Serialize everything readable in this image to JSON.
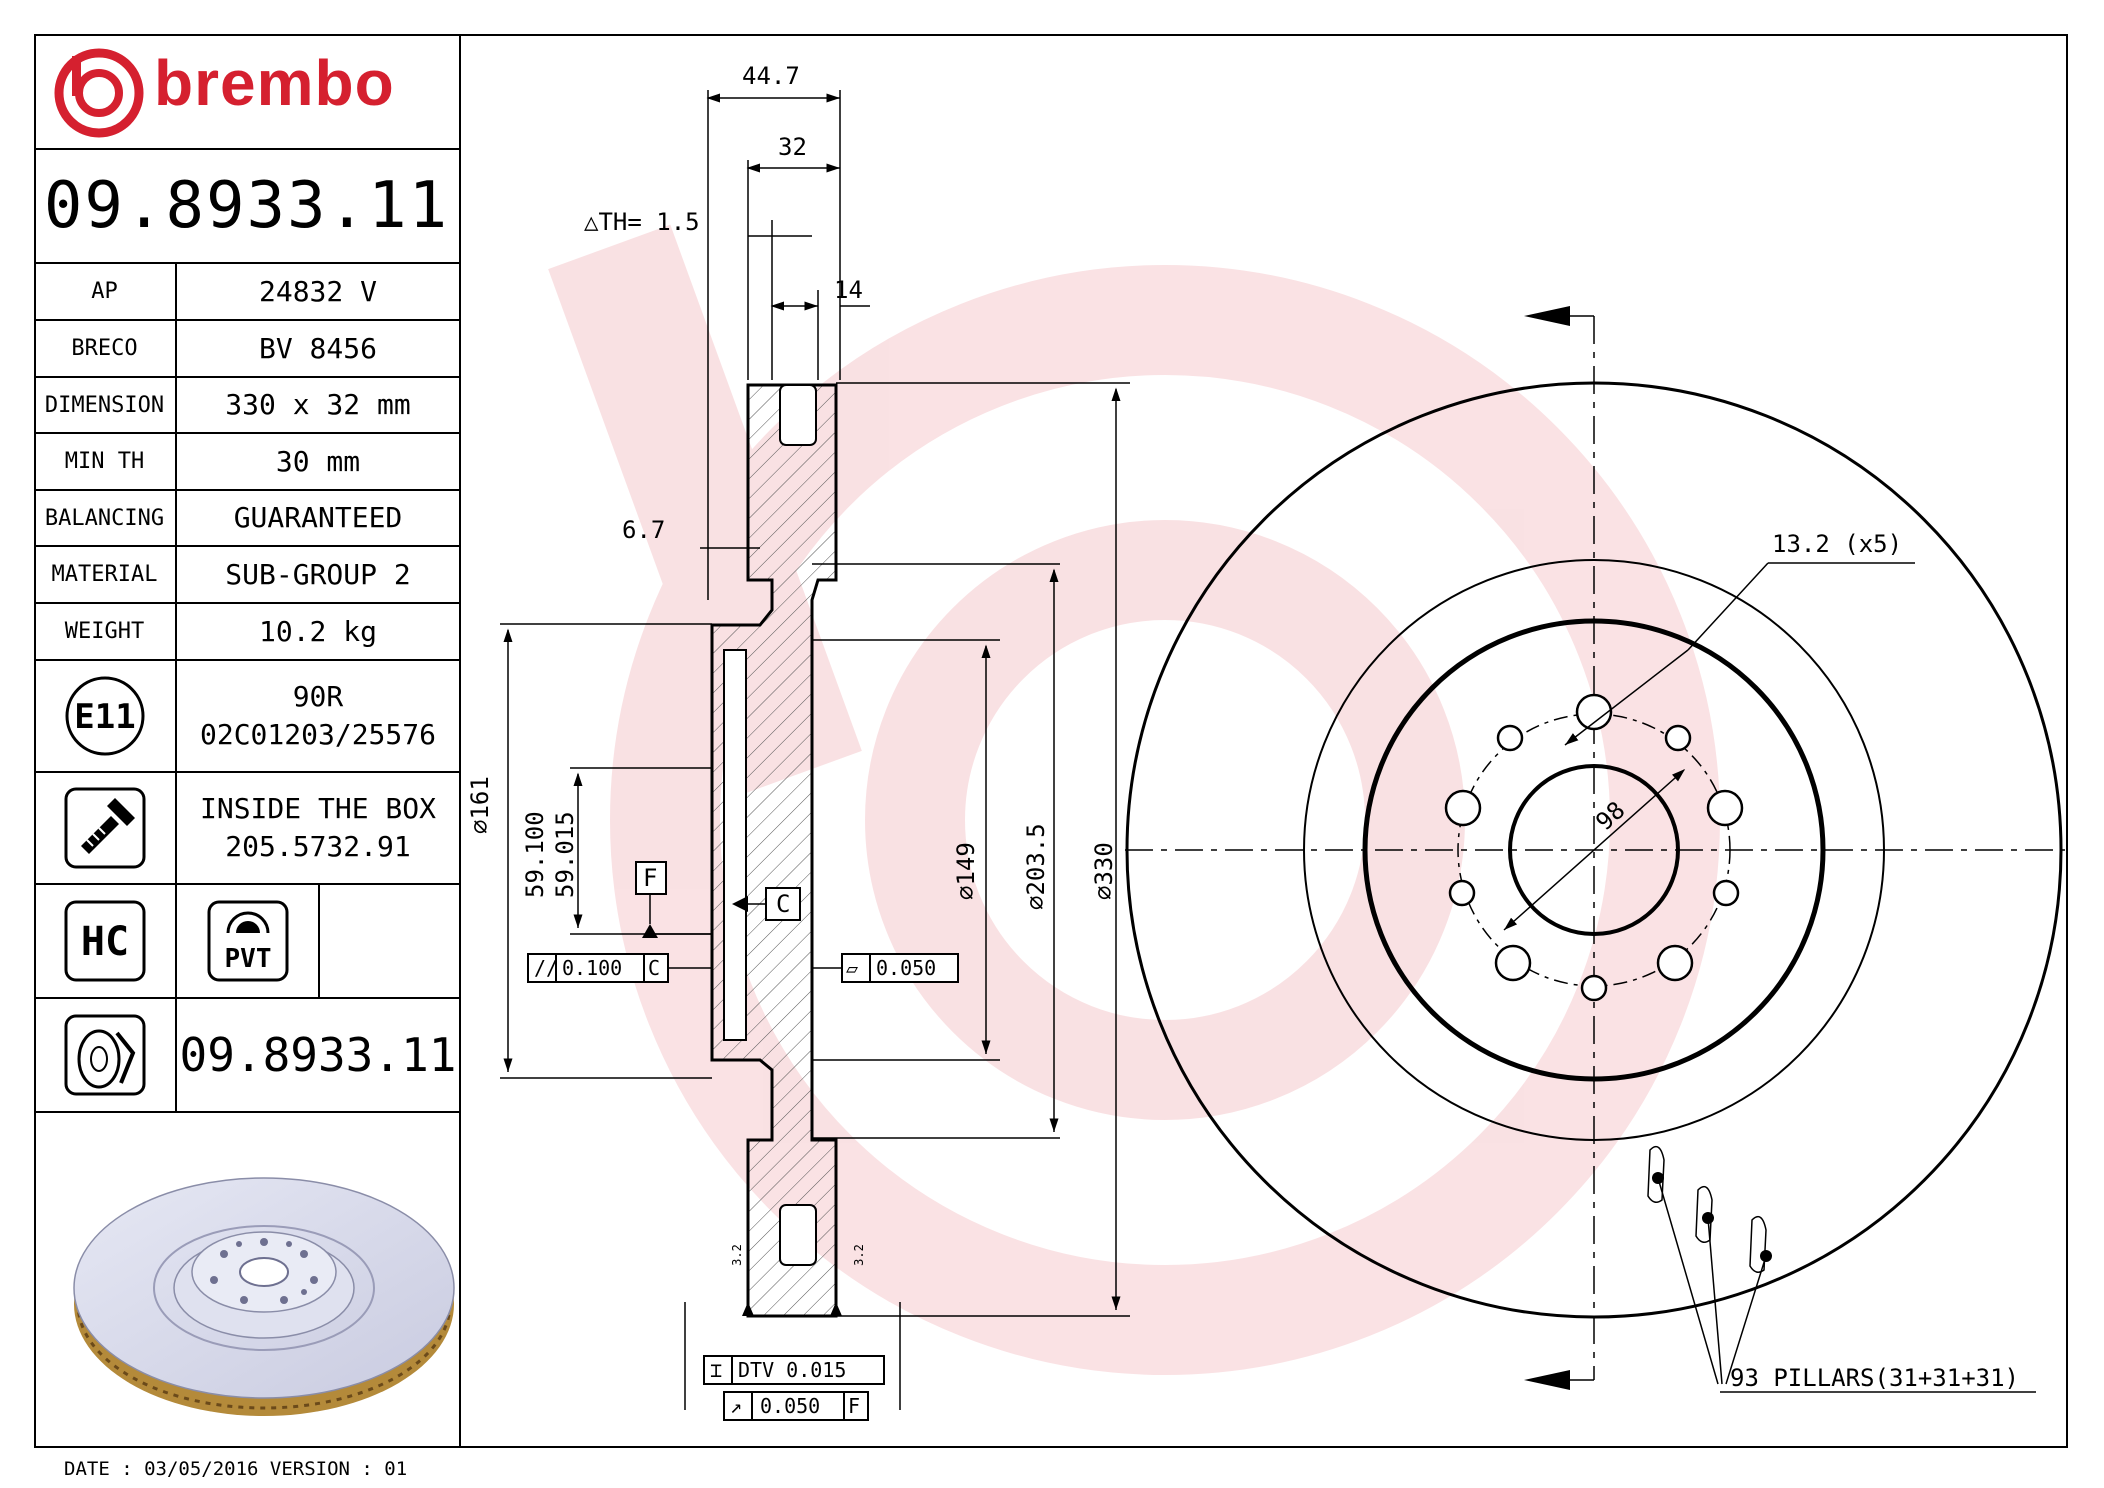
{
  "brand": {
    "name": "brembo",
    "color": "#d5202f",
    "icon": "brembo-logo-icon"
  },
  "part_number": "09.8933.11",
  "specs": [
    {
      "label": "AP",
      "value": "24832 V"
    },
    {
      "label": "BRECO",
      "value": "BV 8456"
    },
    {
      "label": "DIMENSION",
      "value": "330 x 32 mm"
    },
    {
      "label": "MIN TH",
      "value": "30 mm"
    },
    {
      "label": "BALANCING",
      "value": "GUARANTEED"
    },
    {
      "label": "MATERIAL",
      "value": "SUB-GROUP 2"
    },
    {
      "label": "WEIGHT",
      "value": "10.2 kg"
    }
  ],
  "homologation": {
    "badge": "E11",
    "line1": "90R",
    "line2": "02C01203/25576"
  },
  "box": {
    "icon": "screw-icon",
    "line1": "INSIDE THE BOX",
    "line2": "205.5732.91"
  },
  "coating": {
    "hc": "HC",
    "pvt": "PVT"
  },
  "bottom_part_number": "09.8933.11",
  "footer": {
    "text": "DATE : 03/05/2016 VERSION : 01"
  },
  "dimensions": {
    "overall_width": "44.7",
    "thickness": "32",
    "th_tolerance": "△TH= 1.5",
    "friction_ring": "14",
    "hat_offset": "6.7",
    "dia_161": "⌀161",
    "dia_pilot_upper": "59.100",
    "dia_pilot_lower": "59.015",
    "dia_149": "⌀149",
    "dia_203": "⌀203.5",
    "dia_330": "⌀330",
    "bolt_holes": "13.2 (x5)",
    "pcd": "98",
    "datum_f": "F",
    "datum_c": "C",
    "parallelism": "0.100",
    "parallelism_ref": "C",
    "flatness": "0.050",
    "dtv": "DTV 0.015",
    "runout": "0.050",
    "runout_ref": "F",
    "roughness": "3.2",
    "pillars": "93 PILLARS(31+31+31)"
  }
}
